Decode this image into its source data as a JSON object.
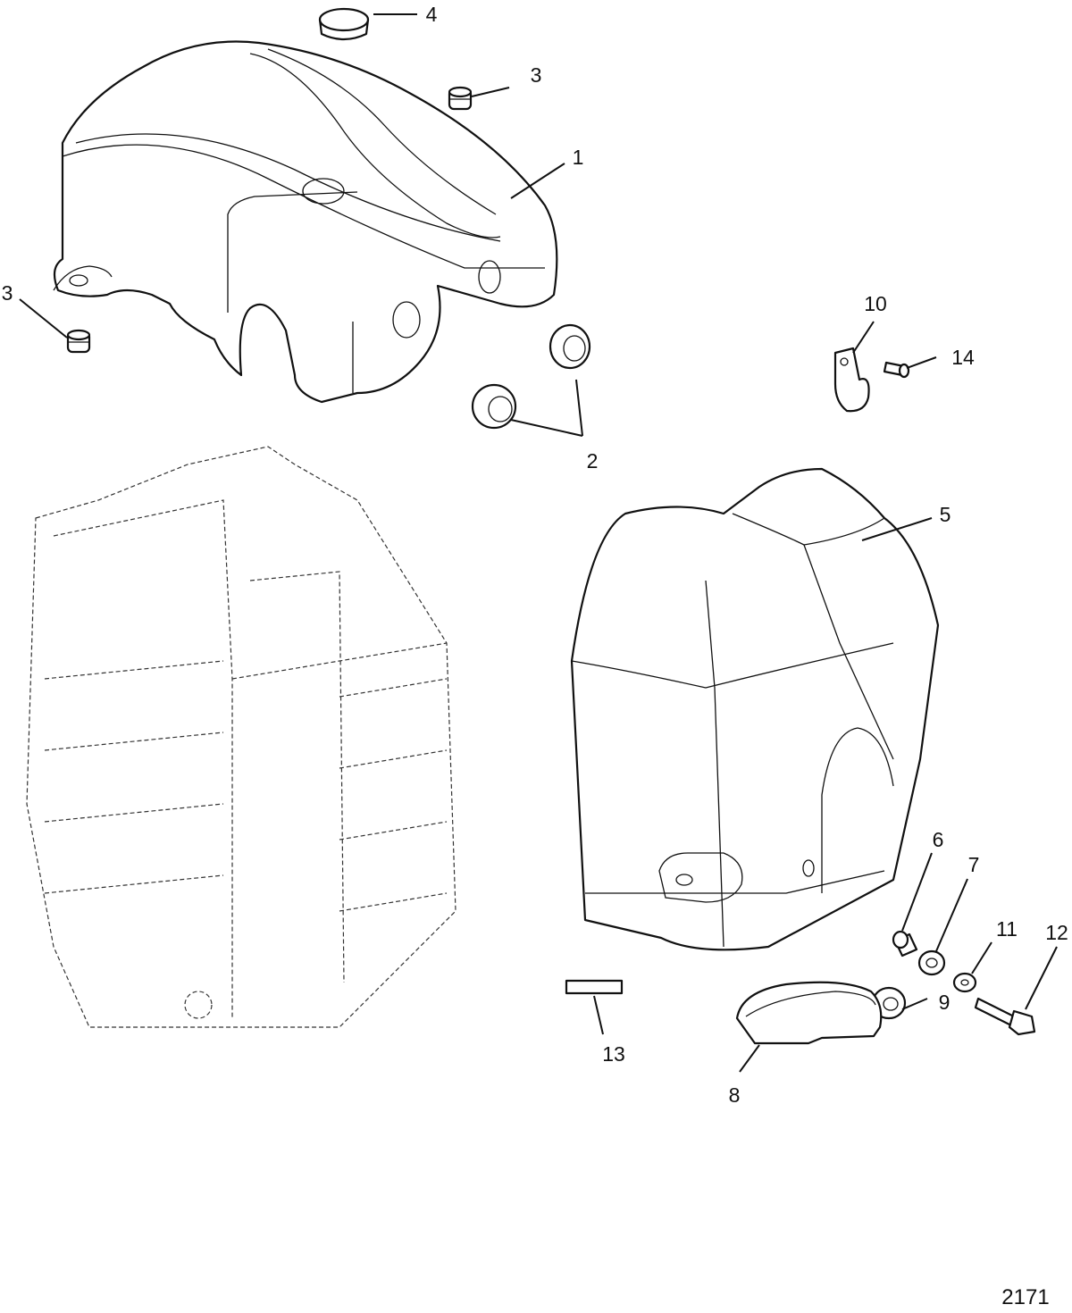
{
  "figure_number": "2171",
  "callouts": [
    {
      "id": "1",
      "label": "1"
    },
    {
      "id": "2",
      "label": "2"
    },
    {
      "id": "3a",
      "label": "3"
    },
    {
      "id": "3b",
      "label": "3"
    },
    {
      "id": "4",
      "label": "4"
    },
    {
      "id": "5",
      "label": "5"
    },
    {
      "id": "6",
      "label": "6"
    },
    {
      "id": "7",
      "label": "7"
    },
    {
      "id": "8",
      "label": "8"
    },
    {
      "id": "9",
      "label": "9"
    },
    {
      "id": "10",
      "label": "10"
    },
    {
      "id": "11",
      "label": "11"
    },
    {
      "id": "12",
      "label": "12"
    },
    {
      "id": "13",
      "label": "13"
    },
    {
      "id": "14",
      "label": "14"
    }
  ]
}
